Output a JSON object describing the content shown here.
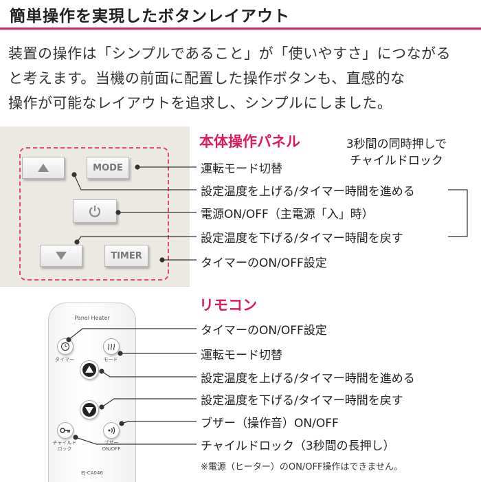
{
  "colors": {
    "accent": "#d91c5c",
    "title_rule": "#d91c5c",
    "panel_bg": "#ece9e3"
  },
  "header": {
    "title": "簡単操作を実現したボタンレイアウト"
  },
  "intro": {
    "line1": "装置の操作は「シンプルであること」が「使いやすさ」につながる",
    "line2": "と考えます。当機の前面に配置した操作ボタンも、直感的な",
    "line3": "操作が可能なレイアウトを追求し、シンプルにしました。"
  },
  "panel": {
    "heading": "本体操作パネル",
    "note_line1": "3秒間の同時押しで",
    "note_line2": "チャイルドロック",
    "buttons": {
      "up_icon": "triangle-up-icon",
      "mode": "MODE",
      "power_icon": "power-icon",
      "down_icon": "triangle-down-icon",
      "timer": "TIMER"
    },
    "labels": [
      "運転モード切替",
      "設定温度を上げる/タイマー時間を進める",
      "電源ON/OFF（主電源「入」時）",
      "設定温度を下げる/タイマー時間を戻す",
      "タイマーのON/OFF設定"
    ]
  },
  "remote": {
    "heading": "リモコン",
    "device_title": "Panel Heater",
    "model": "EJ-CA046",
    "button_captions": {
      "timer": "タイマー",
      "mode": "モード",
      "child_lock": "チャイルド\nロック",
      "buzzer": "ブザー\nON/OFF"
    },
    "labels": [
      "タイマーのON/OFF設定",
      "運転モード切替",
      "設定温度を上げる/タイマー時間を進める",
      "設定温度を下げる/タイマー時間を戻す",
      "ブザー（操作音）ON/OFF",
      "チャイルドロック（3秒間の長押し）"
    ],
    "footnote": "※電源（ヒーター）のON/OFF操作はできません。"
  }
}
